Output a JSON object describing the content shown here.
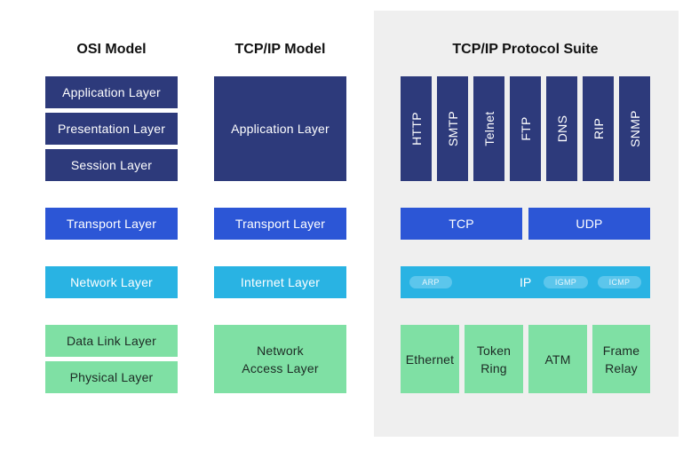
{
  "headings": {
    "osi": "OSI Model",
    "tcpip": "TCP/IP Model",
    "suite": "TCP/IP Protocol Suite"
  },
  "osi_layers": [
    "Application Layer",
    "Presentation Layer",
    "Session Layer",
    "Transport Layer",
    "Network Layer",
    "Data Link Layer",
    "Physical Layer"
  ],
  "tcpip_layers": [
    "Application Layer",
    "Transport Layer",
    "Internet Layer",
    "Network Access Layer"
  ],
  "suite": {
    "application_protocols": [
      "HTTP",
      "SMTP",
      "Telnet",
      "FTP",
      "DNS",
      "RIP",
      "SNMP"
    ],
    "transport_protocols": [
      "TCP",
      "UDP"
    ],
    "internet": {
      "label": "IP",
      "sub_protocols": [
        "ARP",
        "IGMP",
        "ICMP"
      ]
    },
    "network_access_protocols": [
      "Ethernet",
      "Token Ring",
      "ATM",
      "Frame Relay"
    ]
  },
  "colors": {
    "application": "#2d3a7b",
    "transport": "#2c56d6",
    "internet": "#29b3e3",
    "network_access": "#7fe0a4",
    "suite_panel": "#efefef"
  }
}
